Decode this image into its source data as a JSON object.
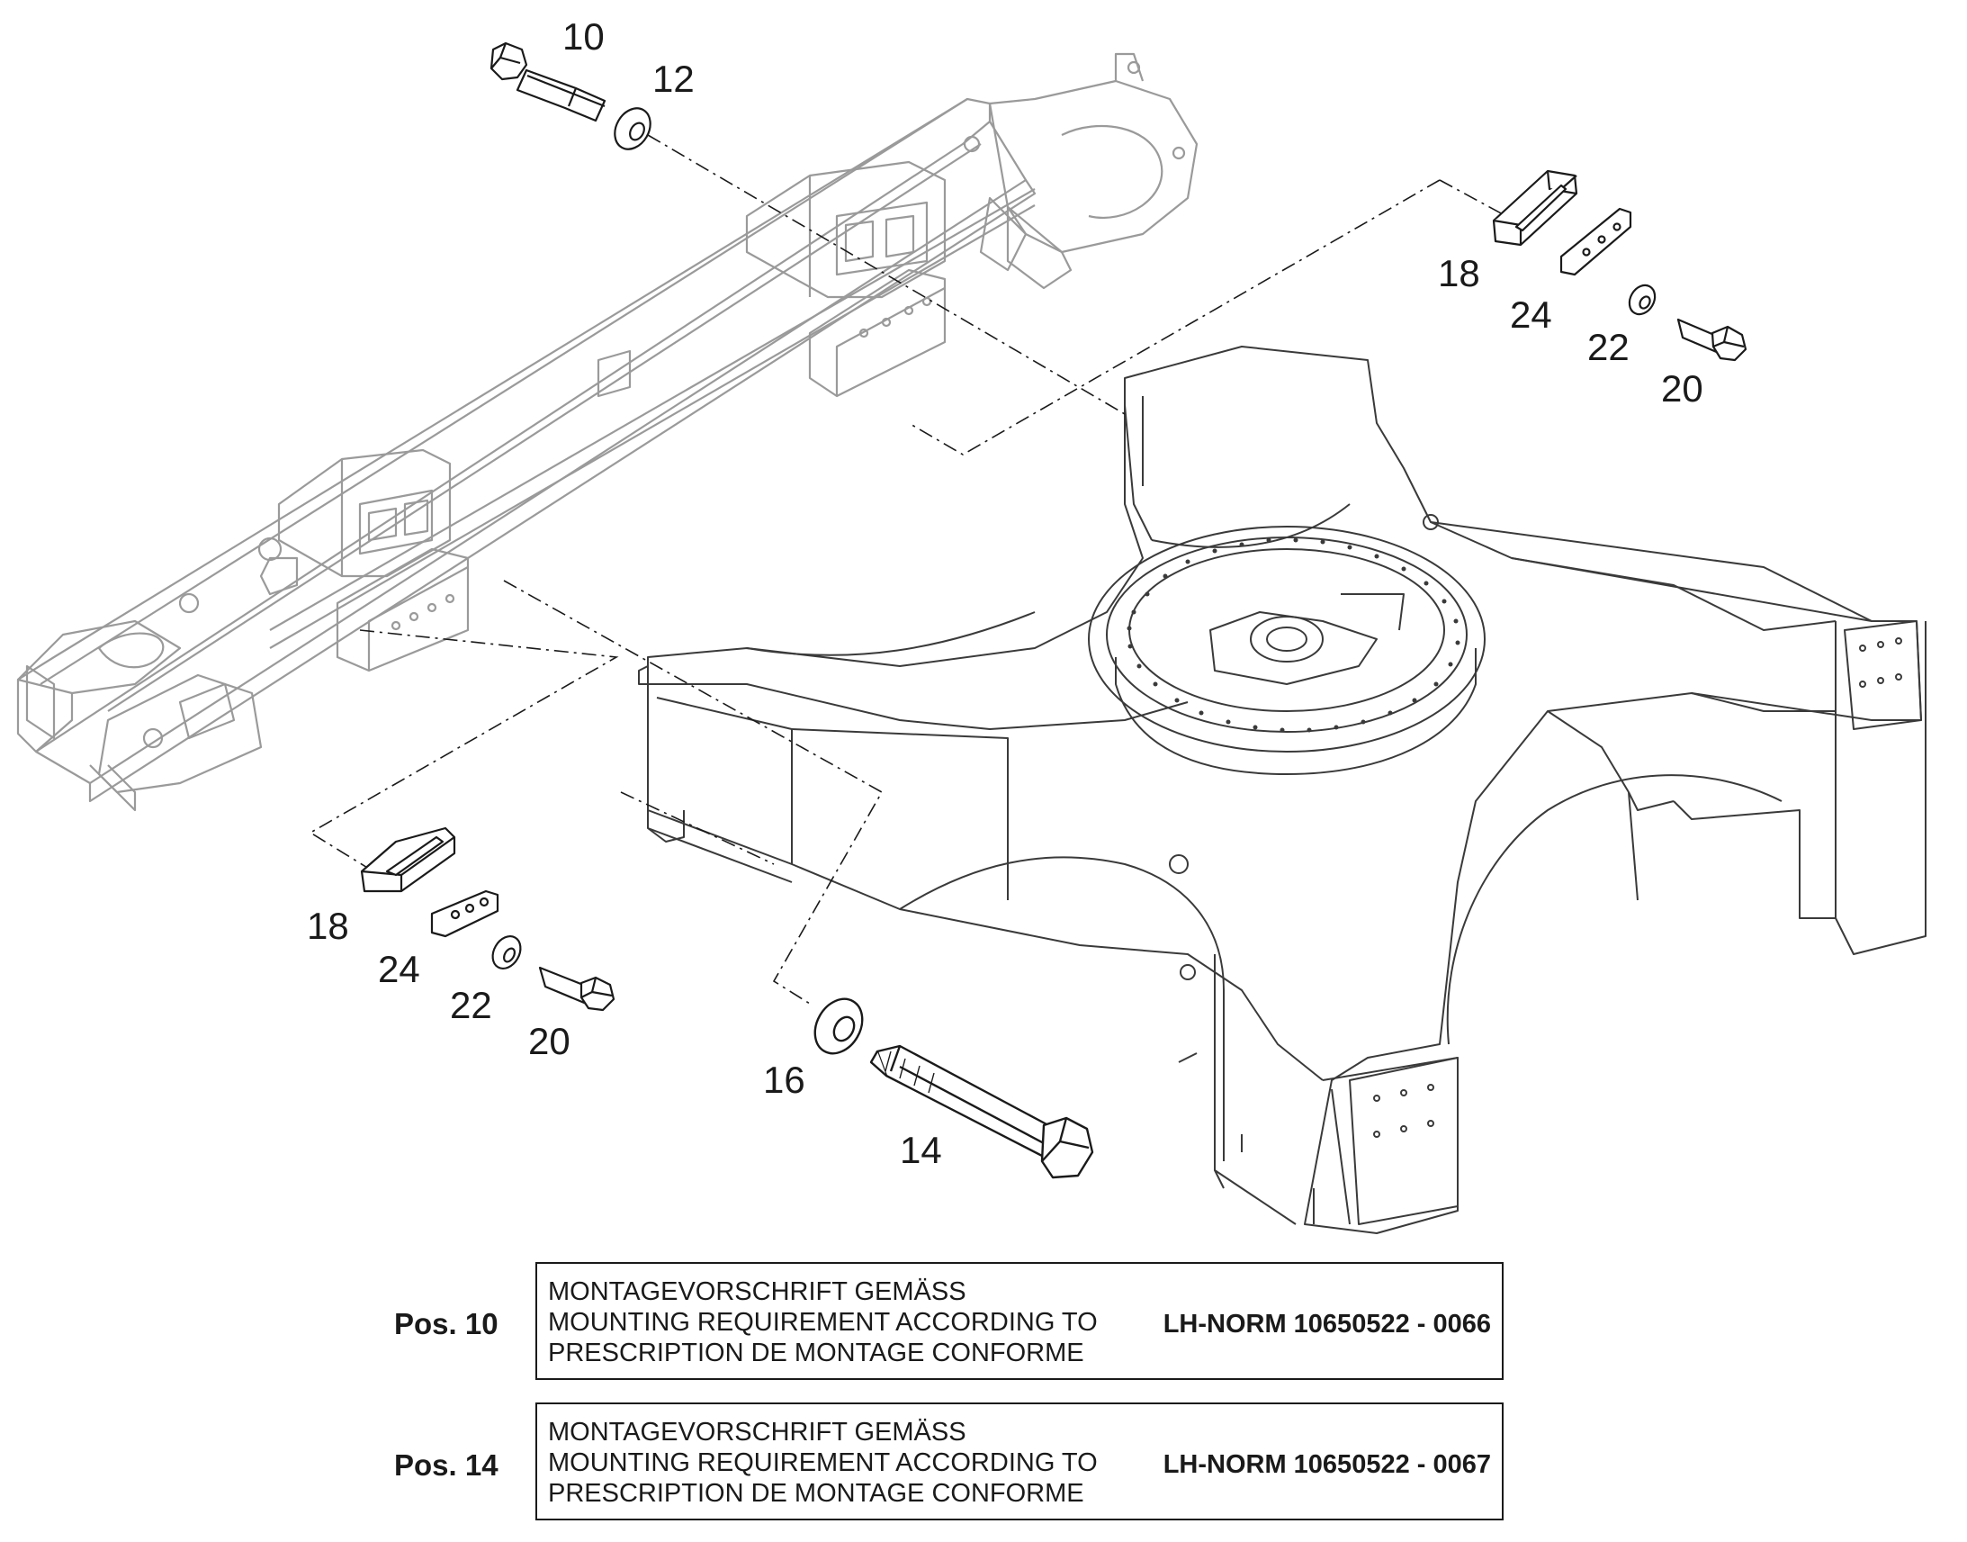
{
  "callouts": {
    "c10": "10",
    "c12": "12",
    "c18_right": "18",
    "c24_right": "24",
    "c22_right": "22",
    "c20_right": "20",
    "c18_left": "18",
    "c24_left": "24",
    "c22_left": "22",
    "c20_left": "20",
    "c16": "16",
    "c14": "14"
  },
  "notes": [
    {
      "pos": "Pos. 10",
      "lines": [
        "MONTAGEVORSCHRIFT GEMÄSS",
        "MOUNTING REQUIREMENT ACCORDING TO",
        "PRESCRIPTION DE MONTAGE CONFORME"
      ],
      "norm": "LH-NORM 10650522 - 0066"
    },
    {
      "pos": "Pos. 14",
      "lines": [
        "MONTAGEVORSCHRIFT GEMÄSS",
        "MOUNTING REQUIREMENT ACCORDING TO",
        "PRESCRIPTION DE MONTAGE CONFORME"
      ],
      "norm": "LH-NORM 10650522 - 0067"
    }
  ],
  "colors": {
    "line_dark": "#1a1a1a",
    "line_light": "#9a9a9a",
    "background": "#ffffff"
  }
}
